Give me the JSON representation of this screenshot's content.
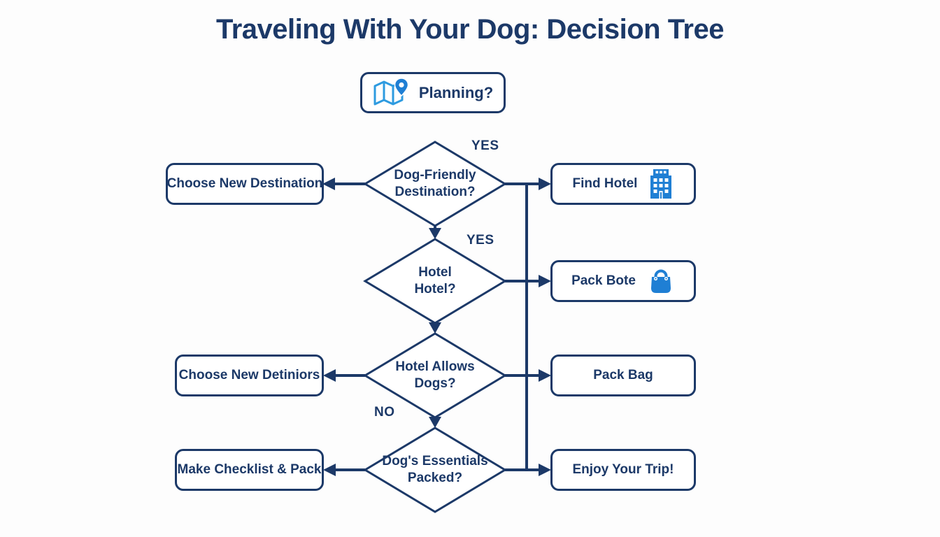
{
  "title": "Traveling With Your Dog: Decision Tree",
  "colors": {
    "navy": "#1c3968",
    "icon_blue": "#1f7fd4",
    "map_blue": "#2e9be0",
    "background": "#fdfdfd"
  },
  "nodes": {
    "start": {
      "label": "Planning?",
      "icon": "map-pin-icon"
    },
    "d1": {
      "line1": "Dog-Friendly",
      "line2": "Destination?"
    },
    "d2": {
      "line1": "Hotel",
      "line2": "Hotel?"
    },
    "d3": {
      "line1": "Hotel Allows",
      "line2": "Dogs?"
    },
    "d4": {
      "line1": "Dog's Essentials",
      "line2": "Packed?"
    },
    "left1": {
      "label": "Choose New Destination"
    },
    "left2": {
      "label": "Choose New Detiniors"
    },
    "left3": {
      "label": "Make Checklist & Pack"
    },
    "right1": {
      "label": "Find Hotel",
      "icon": "hotel-building-icon"
    },
    "right2": {
      "label": "Pack Bote",
      "icon": "shopping-bag-icon"
    },
    "right3": {
      "label": "Pack Bag"
    },
    "right4": {
      "label": "Enjoy Your Trip!"
    }
  },
  "edge_labels": {
    "yes_destination": "YES",
    "yes_hotel": "YES",
    "no_dogs": "NO"
  }
}
